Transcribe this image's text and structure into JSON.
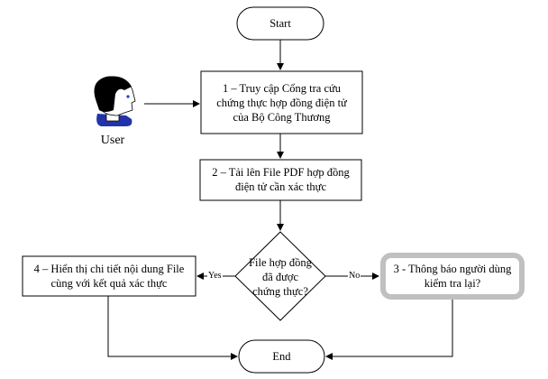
{
  "diagram": {
    "start": "Start",
    "end": "End",
    "actor": "User",
    "step1": [
      "1 – Truy cập Cổng tra cứu",
      "chứng thực hợp đồng điện tử",
      "của Bộ Công Thương"
    ],
    "step2": [
      "2 – Tải lên File PDF hợp đồng",
      "điện tử cần xác thực"
    ],
    "decision": [
      "File hợp đồng",
      "đã được",
      "chứng thực?"
    ],
    "step3": [
      "3 - Thông báo người dùng",
      "kiểm tra lại?"
    ],
    "step4": [
      "4 – Hiển thị chi tiết nội dung File",
      "cùng với kết quả xác thực"
    ],
    "yes_label": "Yes",
    "no_label": "No"
  }
}
